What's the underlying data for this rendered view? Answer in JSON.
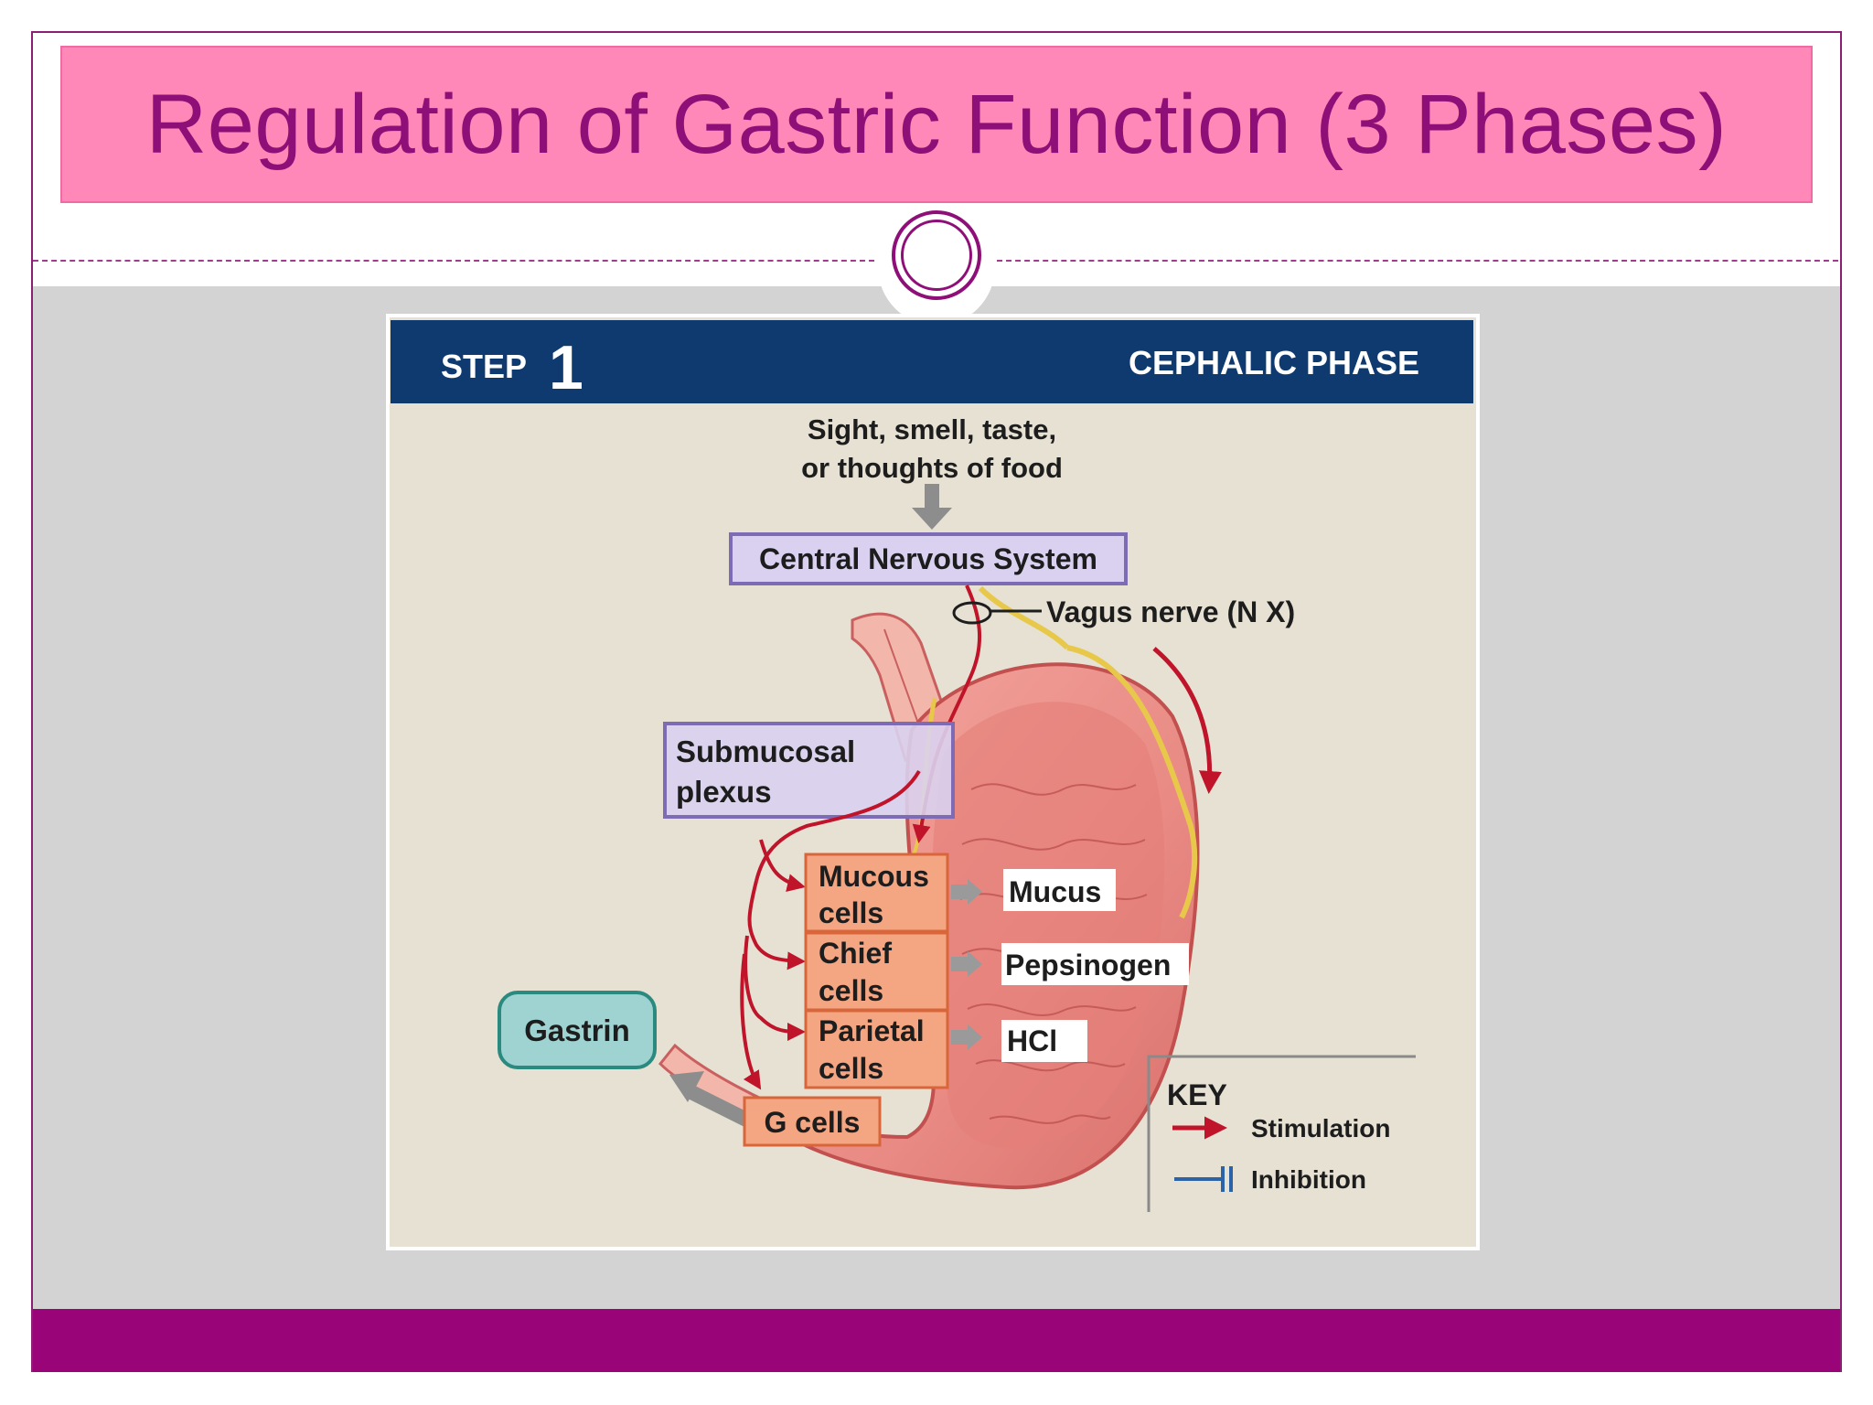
{
  "slide": {
    "title": "Regulation of Gastric Function (3 Phases)",
    "colors": {
      "title_bg": "#ff88b8",
      "title_text": "#8e0f78",
      "accent": "#990478",
      "content_bg": "#d4d3d4"
    }
  },
  "figure": {
    "step_label": "STEP",
    "step_number": "1",
    "phase": "CEPHALIC PHASE",
    "stimulus_line1": "Sight, smell, taste,",
    "stimulus_line2": "or thoughts of food",
    "cns": "Central Nervous System",
    "vagus": "Vagus nerve (N X)",
    "plexus_line1": "Submucosal",
    "plexus_line2": "plexus",
    "cells": [
      {
        "line1": "Mucous",
        "line2": "cells",
        "product": "Mucus"
      },
      {
        "line1": "Chief",
        "line2": "cells",
        "product": "Pepsinogen"
      },
      {
        "line1": "Parietal",
        "line2": "cells",
        "product": "HCl"
      }
    ],
    "gastrin": "Gastrin",
    "g_cells": "G cells",
    "key": {
      "title": "KEY",
      "stimulation": "Stimulation",
      "inhibition": "Inhibition",
      "stimulation_color": "#c0142a",
      "inhibition_color": "#2c62a8"
    }
  }
}
